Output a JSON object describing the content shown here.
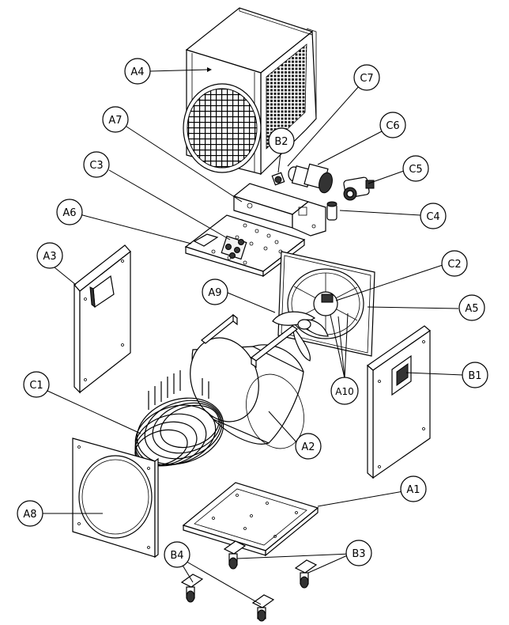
{
  "diagram": {
    "labels": {
      "A1": "A1",
      "A2": "A2",
      "A3": "A3",
      "A4": "A4",
      "A5": "A5",
      "A6": "A6",
      "A7": "A7",
      "A8": "A8",
      "A9": "A9",
      "A10": "A10",
      "B1": "B1",
      "B2": "B2",
      "B3": "B3",
      "B4": "B4",
      "C1": "C1",
      "C2": "C2",
      "C3": "C3",
      "C4": "C4",
      "C5": "C5",
      "C6": "C6",
      "C7": "C7"
    }
  }
}
